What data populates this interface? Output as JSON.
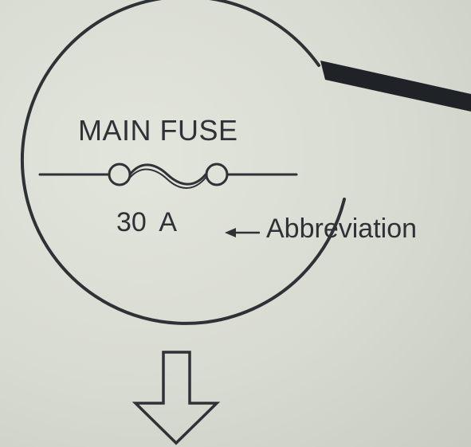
{
  "diagram": {
    "fuse_symbol": {
      "title": "MAIN FUSE",
      "rating": "30 A",
      "icon": "fuse-symbol-icon"
    },
    "callout": {
      "label": "Abbreviation",
      "icon": "left-arrow-icon"
    },
    "pointer_icon": "leader-line-icon",
    "down_arrow_icon": "down-arrow-icon",
    "colors": {
      "background": "#d9dcd2",
      "ink": "#2e3236",
      "pointer": "#1f2327"
    }
  }
}
